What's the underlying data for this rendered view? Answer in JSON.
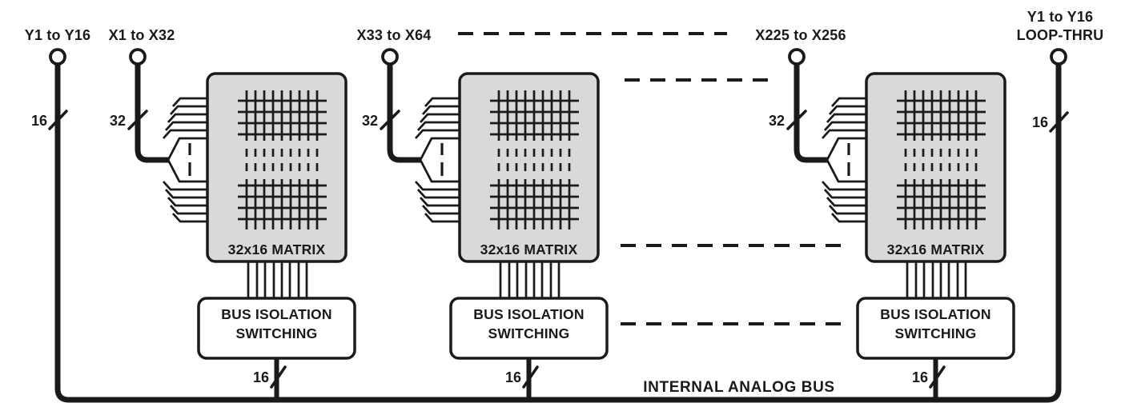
{
  "diagram": {
    "left_input": {
      "label": "Y1 to Y16",
      "count": "16"
    },
    "loop_thru": {
      "label_line1": "Y1 to Y16",
      "label_line2": "LOOP-THRU",
      "count": "16"
    },
    "internal_bus": {
      "label": "INTERNAL ANALOG BUS"
    },
    "units": [
      {
        "input_label": "X1 to X32",
        "input_count": "32",
        "matrix_label": "32x16 MATRIX",
        "switching_line1": "BUS ISOLATION",
        "switching_line2": "SWITCHING",
        "bus_count": "16"
      },
      {
        "input_label": "X33 to X64",
        "input_count": "32",
        "matrix_label": "32x16 MATRIX",
        "switching_line1": "BUS ISOLATION",
        "switching_line2": "SWITCHING",
        "bus_count": "16"
      },
      {
        "input_label": "X225 to X256",
        "input_count": "32",
        "matrix_label": "32x16 MATRIX",
        "switching_line1": "BUS ISOLATION",
        "switching_line2": "SWITCHING",
        "bus_count": "16"
      }
    ],
    "colors": {
      "line": "#1a1a1a",
      "matrix_fill": "#d9d9d9",
      "background": "#ffffff"
    }
  }
}
